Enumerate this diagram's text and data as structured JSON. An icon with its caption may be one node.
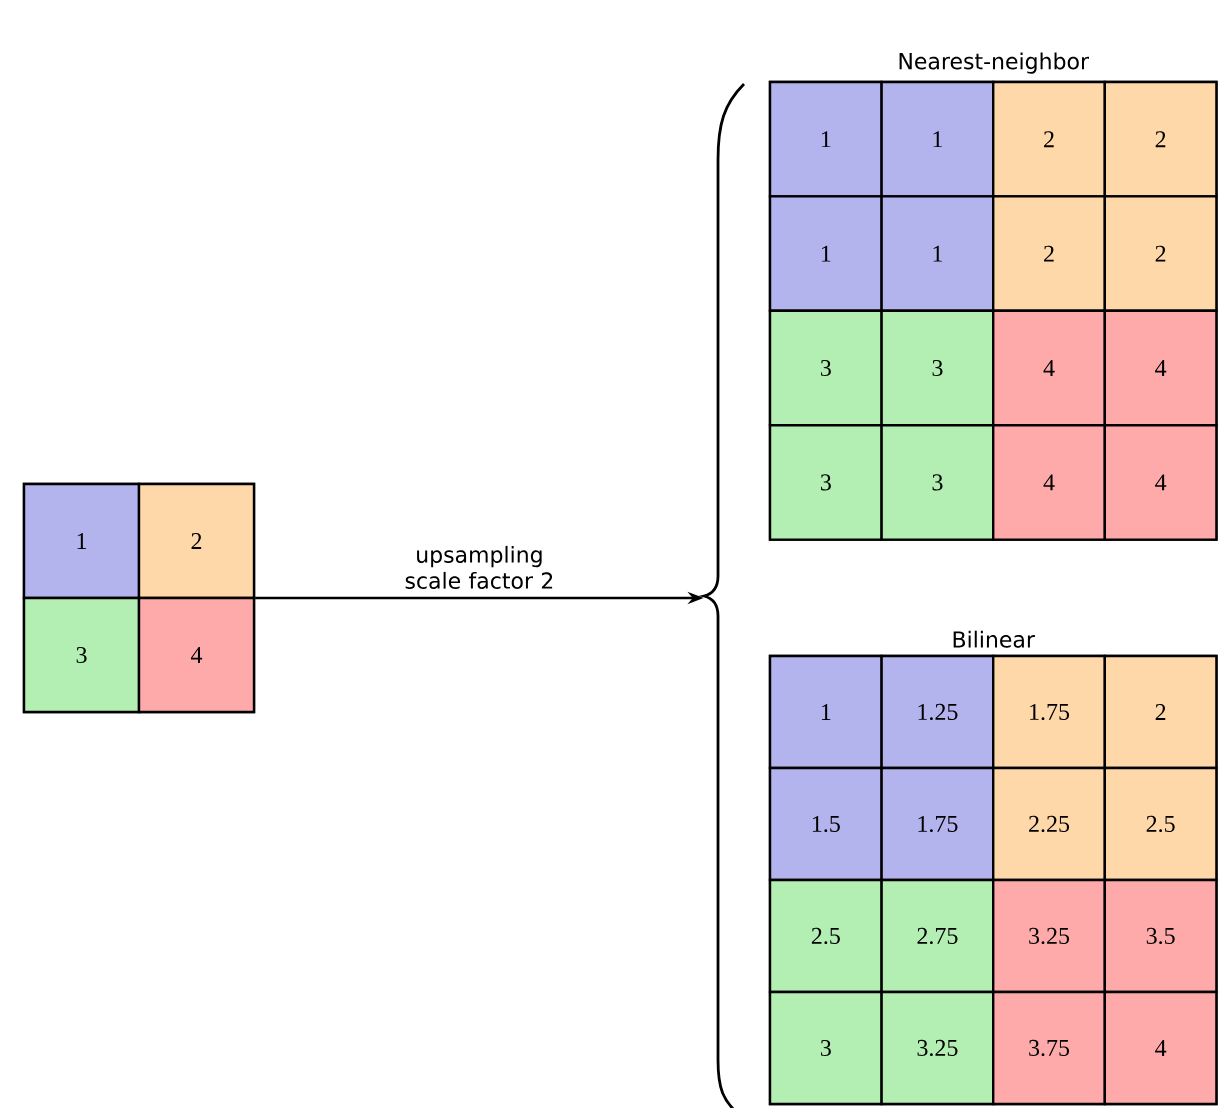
{
  "diagram": {
    "nodes": [
      {
        "text": [],
        "shape": "box"
      },
      {
        "text": [
          "1"
        ],
        "in": 0
      },
      {
        "text": [
          "2"
        ],
        "in": 0
      },
      {
        "text": [
          "3"
        ],
        "in": 0
      },
      {
        "text": [
          "4"
        ],
        "in": 0
      },
      {
        "text": [
          "Nearest-neighbor"
        ]
      },
      {
        "text": [
          "1"
        ],
        "in": 5
      },
      {
        "text": [
          "1"
        ],
        "in": 5
      },
      {
        "text": [
          "2"
        ],
        "in": 5
      },
      {
        "text": [
          "2"
        ],
        "in": 5
      },
      {
        "text": [
          "1"
        ],
        "in": 5
      },
      {
        "text": [
          "1"
        ],
        "in": 5
      },
      {
        "text": [
          "2"
        ],
        "in": 5
      },
      {
        "text": [
          "2"
        ],
        "in": 5
      },
      {
        "text": [
          "3"
        ],
        "in": 5
      },
      {
        "text": [
          "3"
        ],
        "in": 5
      },
      {
        "text": [
          "4"
        ],
        "in": 5
      },
      {
        "text": [
          "4"
        ],
        "in": 5
      },
      {
        "text": [
          "3"
        ],
        "in": 5
      },
      {
        "text": [
          "3"
        ],
        "in": 5
      },
      {
        "text": [
          "4"
        ],
        "in": 5
      },
      {
        "text": [
          "4"
        ],
        "in": 5
      },
      {
        "text": [
          "Bilinear"
        ]
      },
      {
        "text": [
          "1"
        ],
        "in": 22
      },
      {
        "text": [
          "1.25"
        ],
        "in": 22
      },
      {
        "text": [
          "1.75"
        ],
        "in": 22
      },
      {
        "text": [
          "2"
        ],
        "in": 22
      },
      {
        "text": [
          "1.5"
        ],
        "in": 22
      },
      {
        "text": [
          "1.75"
        ],
        "in": 22
      },
      {
        "text": [
          "2.25"
        ],
        "in": 22
      },
      {
        "text": [
          "2.5"
        ],
        "in": 22
      },
      {
        "text": [
          "2.5"
        ],
        "in": 22
      },
      {
        "text": [
          "2.75"
        ],
        "in": 22
      },
      {
        "text": [
          "3.25"
        ],
        "in": 22
      },
      {
        "text": [
          "3.5"
        ],
        "in": 22
      },
      {
        "text": [
          "3"
        ],
        "in": 22
      },
      {
        "text": [
          "3.25"
        ],
        "in": 22
      },
      {
        "text": [
          "3.75"
        ],
        "in": 22
      },
      {
        "text": [
          "4"
        ],
        "in": 22
      },
      {
        "text": [],
        "shape": "brace"
      }
    ],
    "edges": [
      {
        "from": 0,
        "to": 39,
        "arrow": "to",
        "label": "upsampling scale factor 2"
      }
    ]
  }
}
